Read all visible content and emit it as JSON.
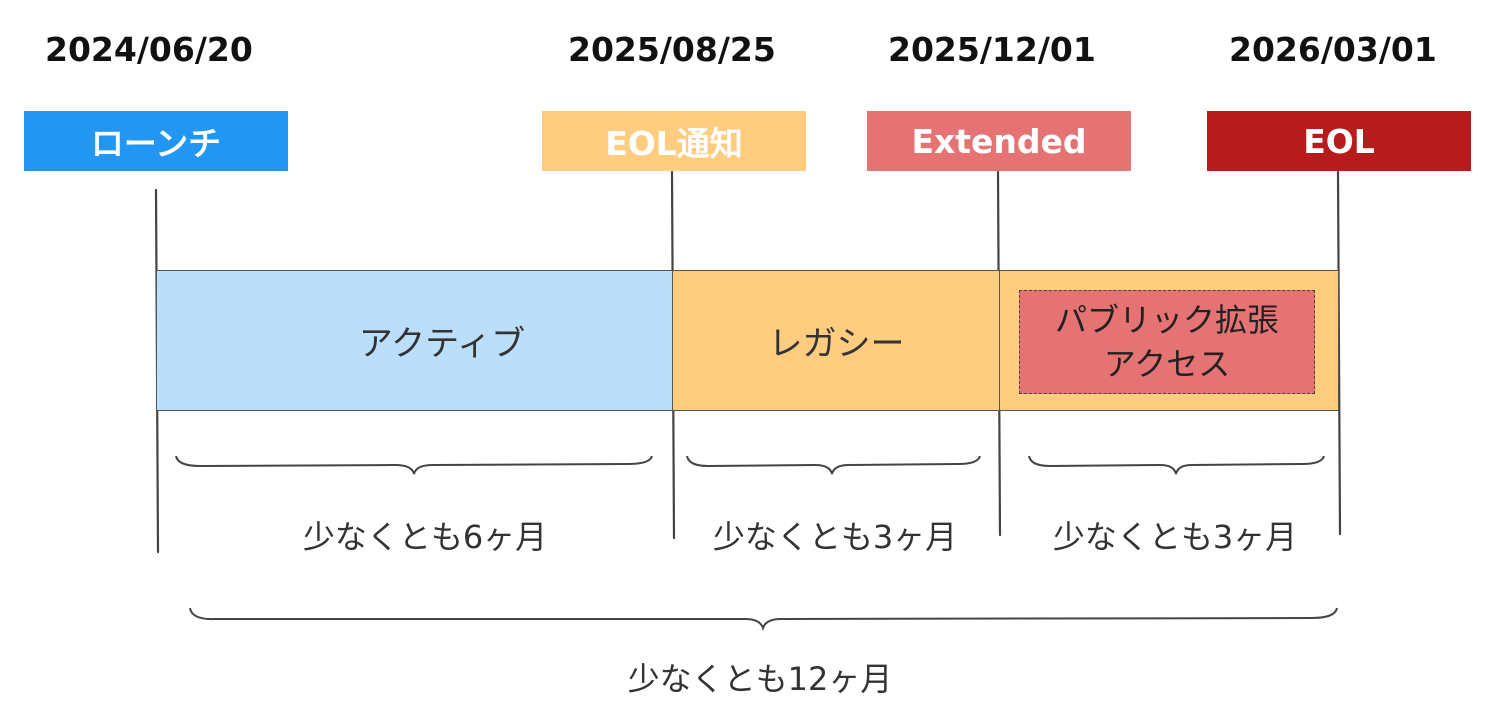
{
  "dates": [
    "2024/06/20",
    "2025/08/25",
    "2025/12/01",
    "2026/03/01"
  ],
  "milestones": {
    "launch": {
      "label": "ローンチ",
      "color": "#2196f3"
    },
    "eol_notice": {
      "label": "EOL通知",
      "color": "#ffcc80"
    },
    "extended": {
      "label": "Extended",
      "color": "#e57373"
    },
    "eol": {
      "label": "EOL",
      "color": "#b71c1c"
    }
  },
  "phases": {
    "active": {
      "label": "アクティブ",
      "color": "#bbdefb"
    },
    "legacy": {
      "label": "レガシー",
      "color": "#ffcc80"
    },
    "extended": {
      "color": "#ffcc80"
    }
  },
  "extended_box": {
    "line1": "パブリック拡張",
    "line2": "アクセス",
    "color": "#e57373"
  },
  "durations": {
    "active": "少なくとも6ヶ月",
    "legacy": "少なくとも3ヶ月",
    "extended": "少なくとも3ヶ月",
    "total": "少なくとも12ヶ月"
  }
}
